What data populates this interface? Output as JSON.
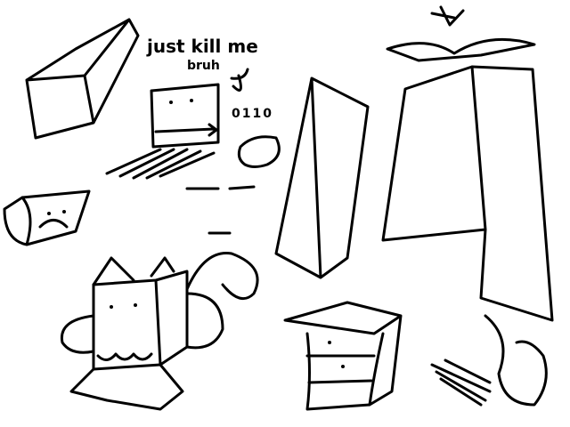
{
  "annotations": {
    "caption_line1": "just kill me",
    "caption_line2": "bruh",
    "binary_note": "0110"
  },
  "colors": {
    "ink": "#000000",
    "paper": "#ffffff"
  }
}
